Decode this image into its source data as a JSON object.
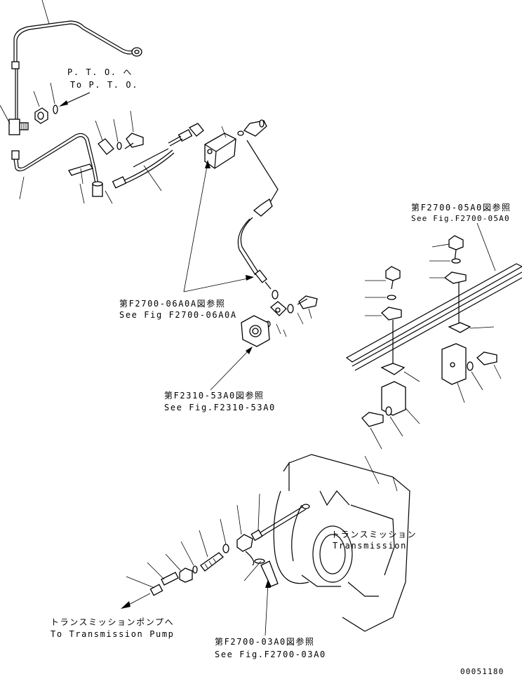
{
  "callouts": {
    "pto_jp": "P. T. O. へ",
    "pto_en": "To P. T. O.",
    "fig_06a0a_jp": "第F2700-06A0A図参照",
    "fig_06a0a_en": "See Fig F2700-06A0A",
    "fig_05a0_jp": "第F2700-05A0図参照",
    "fig_05a0_en": "See Fig.F2700-05A0",
    "fig_53a0_jp": "第F2310-53A0図参照",
    "fig_53a0_en": "See Fig.F2310-53A0",
    "transmission_jp": "トランスミッション",
    "transmission_en": "Transmission",
    "pump_jp": "トランスミッションポンプへ",
    "pump_en": "To Transmission Pump",
    "fig_03a0_jp": "第F2700-03A0図参照",
    "fig_03a0_en": "See Fig.F2700-03A0"
  },
  "drawing_number": "00051180"
}
